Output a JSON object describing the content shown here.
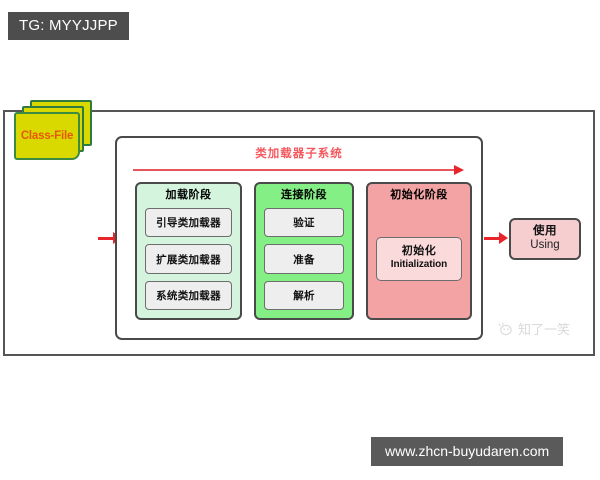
{
  "watermarks": {
    "tag": "TG: MYYJJPP",
    "url": "www.zhcn-buyudaren.com",
    "logo_text": "知了一笑",
    "logo_icon": "mascot-icon"
  },
  "diagram": {
    "input": {
      "label": "Class-File",
      "icon": "class-file-stack-icon"
    },
    "arrow_in": "arrow-right-icon",
    "arrow_out": "arrow-right-icon",
    "subsystem": {
      "title": "类加载器子系统",
      "flow_arrow": "arrow-right-icon",
      "phases": [
        {
          "title": "加载阶段",
          "color": "#d4f4de",
          "items": [
            "引导类加载器",
            "扩展类加载器",
            "系统类加载器"
          ]
        },
        {
          "title": "连接阶段",
          "color": "#83ef84",
          "items": [
            "验证",
            "准备",
            "解析"
          ]
        },
        {
          "title": "初始化阶段",
          "color": "#f4a3a4",
          "card": {
            "cn": "初始化",
            "en": "Initialization"
          }
        }
      ]
    },
    "output": {
      "cn": "使用",
      "en": "Using",
      "color": "#f7ced0"
    }
  },
  "colors": {
    "accent_red": "#e8252a",
    "title_red": "#f4595e",
    "frame_gray": "#555555",
    "classfile_yellow": "#d9d900",
    "classfile_text": "#e8570e"
  }
}
